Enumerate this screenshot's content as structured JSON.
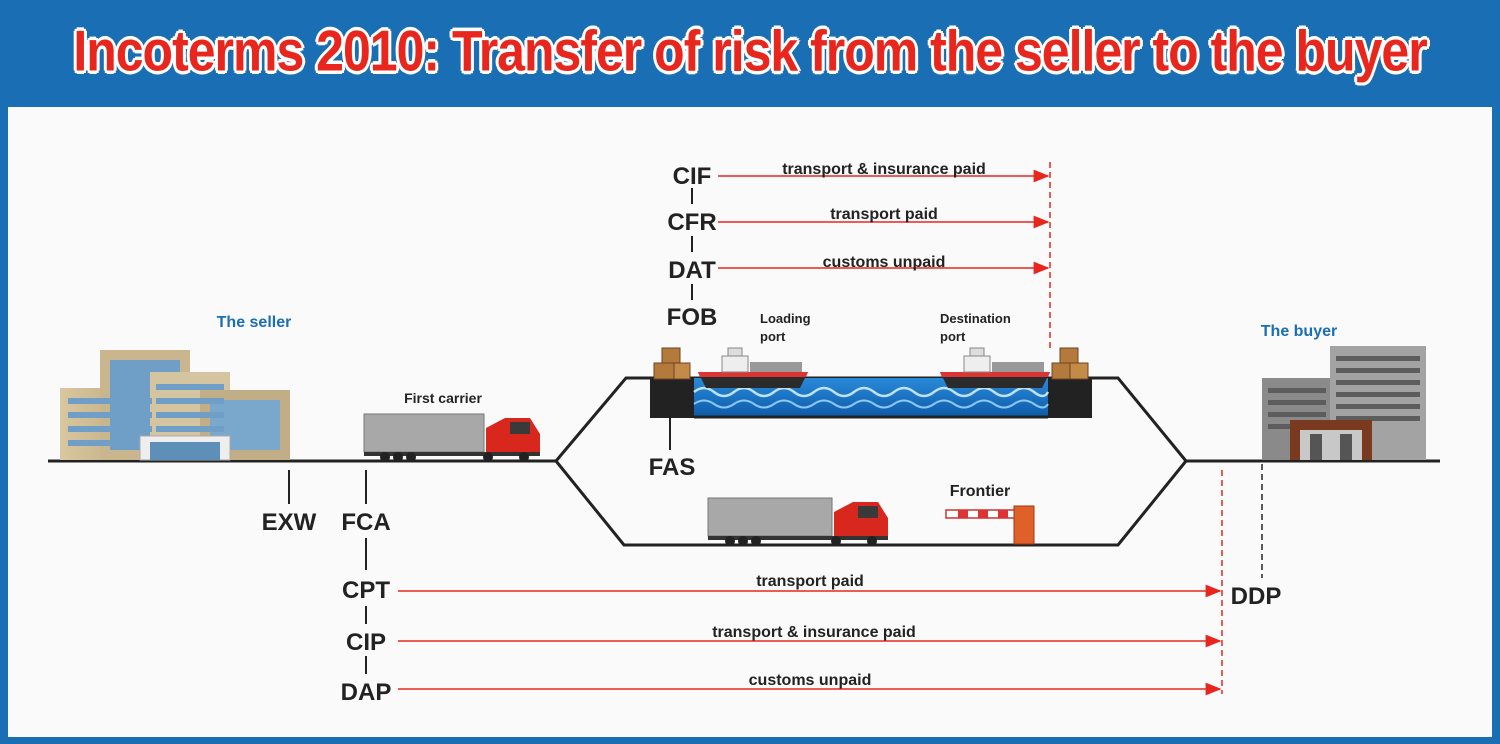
{
  "title": "Incoterms 2010: Transfer of risk from the seller to the buyer",
  "colors": {
    "frame": "#1a6fb4",
    "title": "#e8261d",
    "arrow": "#e8261d",
    "party": "#1a6fb4",
    "term": "#222222"
  },
  "parties": {
    "seller": "The seller",
    "buyer": "The buyer"
  },
  "places": {
    "first_carrier": "First carrier",
    "loading_port": [
      "Loading",
      "port"
    ],
    "destination_port": [
      "Destination",
      "port"
    ],
    "frontier": "Frontier"
  },
  "terms": {
    "cif": "CIF",
    "cfr": "CFR",
    "dat": "DAT",
    "fob": "FOB",
    "fas": "FAS",
    "exw": "EXW",
    "fca": "FCA",
    "cpt": "CPT",
    "cip": "CIP",
    "dap": "DAP",
    "ddp": "DDP"
  },
  "risk_arrows": {
    "cif": "transport & insurance paid",
    "cfr": "transport paid",
    "dat": "customs unpaid",
    "cpt": "transport paid",
    "cip": "transport & insurance paid",
    "dap": "customs unpaid"
  }
}
